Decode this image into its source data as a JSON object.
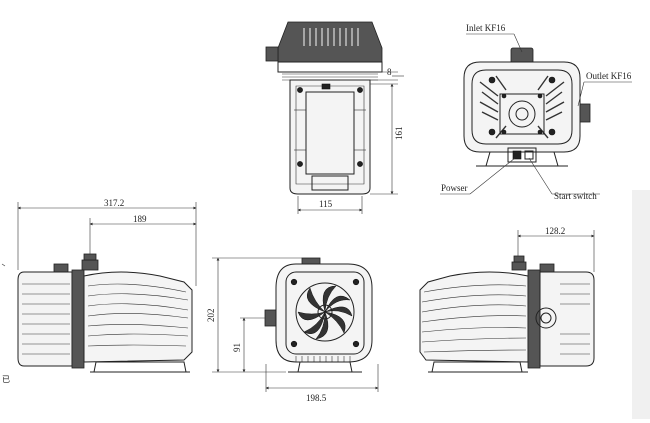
{
  "labels": {
    "inlet": "Inlet KF16",
    "outlet": "Outlet KF16",
    "power": "Powser",
    "start": "Start switch"
  },
  "dimensions": {
    "top_small": "8",
    "top_height": "161",
    "top_width": "115",
    "left_total": "317.2",
    "left_inner": "189",
    "front_height": "202",
    "front_port": "91",
    "front_width": "198.5",
    "right_offset": "128.2"
  },
  "edge_glyph": "已",
  "colors": {
    "line": "#222222",
    "body": "#f4f4f4",
    "background": "#ffffff"
  }
}
